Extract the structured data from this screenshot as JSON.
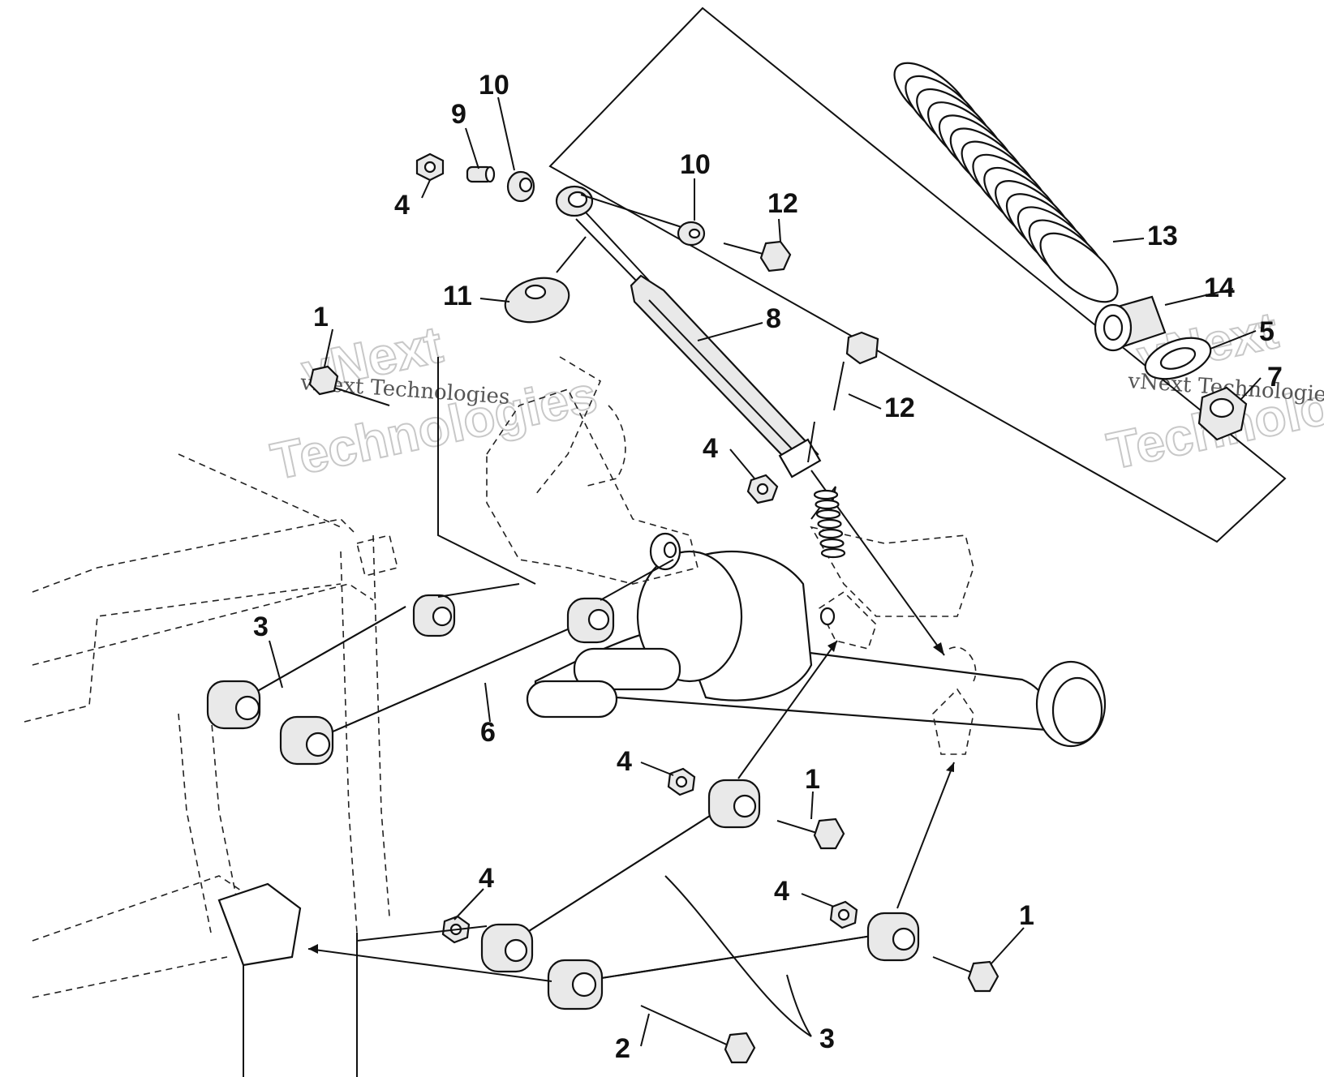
{
  "callouts": [
    {
      "id": "c1a",
      "text": "1"
    },
    {
      "id": "c1b",
      "text": "1"
    },
    {
      "id": "c1c",
      "text": "1"
    },
    {
      "id": "c2",
      "text": "2"
    },
    {
      "id": "c3a",
      "text": "3"
    },
    {
      "id": "c3b",
      "text": "3"
    },
    {
      "id": "c4a",
      "text": "4"
    },
    {
      "id": "c4b",
      "text": "4"
    },
    {
      "id": "c4c",
      "text": "4"
    },
    {
      "id": "c4d",
      "text": "4"
    },
    {
      "id": "c4e",
      "text": "4"
    },
    {
      "id": "c5",
      "text": "5"
    },
    {
      "id": "c6",
      "text": "6"
    },
    {
      "id": "c7",
      "text": "7"
    },
    {
      "id": "c8",
      "text": "8"
    },
    {
      "id": "c9",
      "text": "9"
    },
    {
      "id": "c10a",
      "text": "10"
    },
    {
      "id": "c10b",
      "text": "10"
    },
    {
      "id": "c11",
      "text": "11"
    },
    {
      "id": "c12a",
      "text": "12"
    },
    {
      "id": "c12b",
      "text": "12"
    },
    {
      "id": "c13",
      "text": "13"
    },
    {
      "id": "c14",
      "text": "14"
    }
  ],
  "watermark": {
    "brand_line1": "vNext",
    "brand_line2": "Technologies",
    "brand_small": "vNext Technologies"
  }
}
